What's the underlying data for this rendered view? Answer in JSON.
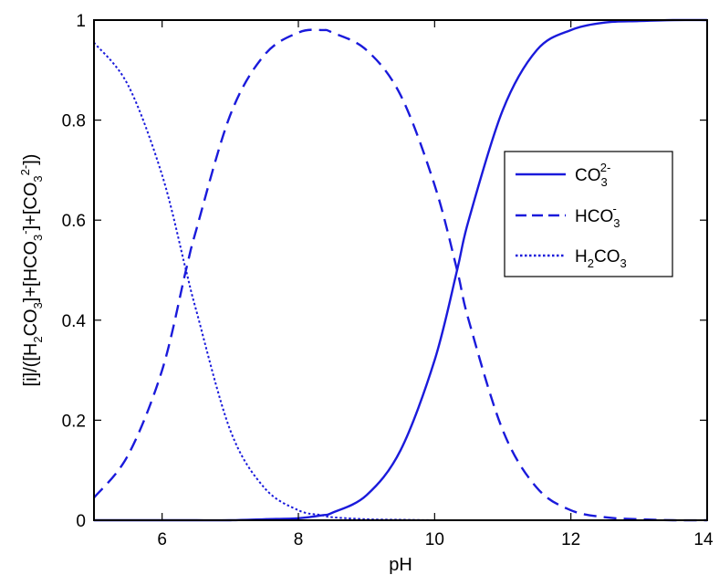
{
  "chart_data": {
    "type": "line",
    "title": "",
    "xlabel": "pH",
    "ylabel_parts": {
      "a": "[i]/([H",
      "a_sub": "2",
      "b": "CO",
      "b_sub": "3",
      "c": "]+[HCO",
      "c_sub": "3",
      "c_sup": "-",
      "d": "]+[CO",
      "d_sub": "3",
      "d_sup": "2-",
      "e": "])"
    },
    "xlim": [
      5,
      14
    ],
    "ylim": [
      0,
      1
    ],
    "xticks": [
      6,
      8,
      10,
      12,
      14
    ],
    "yticks": [
      0,
      0.2,
      0.4,
      0.6,
      0.8,
      1
    ],
    "xtick_labels": [
      "6",
      "8",
      "10",
      "12",
      "14"
    ],
    "ytick_labels": [
      "0",
      "0.2",
      "0.4",
      "0.6",
      "0.8",
      "1"
    ],
    "legend_placement": "center-right",
    "line_color": "#1a1adb",
    "grid": false,
    "x": [
      5.0,
      5.5,
      6.0,
      6.35,
      6.5,
      7.0,
      7.5,
      8.0,
      8.35,
      8.5,
      9.0,
      9.5,
      10.0,
      10.33,
      10.5,
      11.0,
      11.5,
      12.0,
      12.5,
      13.0,
      13.5,
      14.0
    ],
    "series": [
      {
        "name": "CO3^2-",
        "legend": {
          "base": "CO",
          "sub": "3",
          "sup": "2-"
        },
        "style": "solid",
        "values": [
          0.0,
          0.0,
          0.0,
          0.0,
          0.0,
          0.0,
          0.002,
          0.004,
          0.01,
          0.015,
          0.05,
          0.14,
          0.32,
          0.5,
          0.6,
          0.82,
          0.94,
          0.98,
          0.995,
          0.998,
          1.0,
          1.0
        ]
      },
      {
        "name": "HCO3^-",
        "legend": {
          "base": "HCO",
          "sub": "3",
          "sup": "-"
        },
        "style": "dashed",
        "values": [
          0.045,
          0.13,
          0.3,
          0.5,
          0.58,
          0.81,
          0.93,
          0.975,
          0.98,
          0.975,
          0.94,
          0.85,
          0.67,
          0.5,
          0.4,
          0.18,
          0.065,
          0.02,
          0.006,
          0.002,
          0.0,
          0.0
        ]
      },
      {
        "name": "H2CO3",
        "legend": {
          "base": "H",
          "sub": "2",
          "base2": "CO",
          "sub2": "3"
        },
        "style": "dotted",
        "values": [
          0.955,
          0.87,
          0.69,
          0.5,
          0.42,
          0.18,
          0.065,
          0.02,
          0.01,
          0.006,
          0.002,
          0.001,
          0.0,
          0.0,
          0.0,
          0.0,
          0.0,
          0.0,
          0.0,
          0.0,
          0.0,
          0.0
        ]
      }
    ]
  }
}
